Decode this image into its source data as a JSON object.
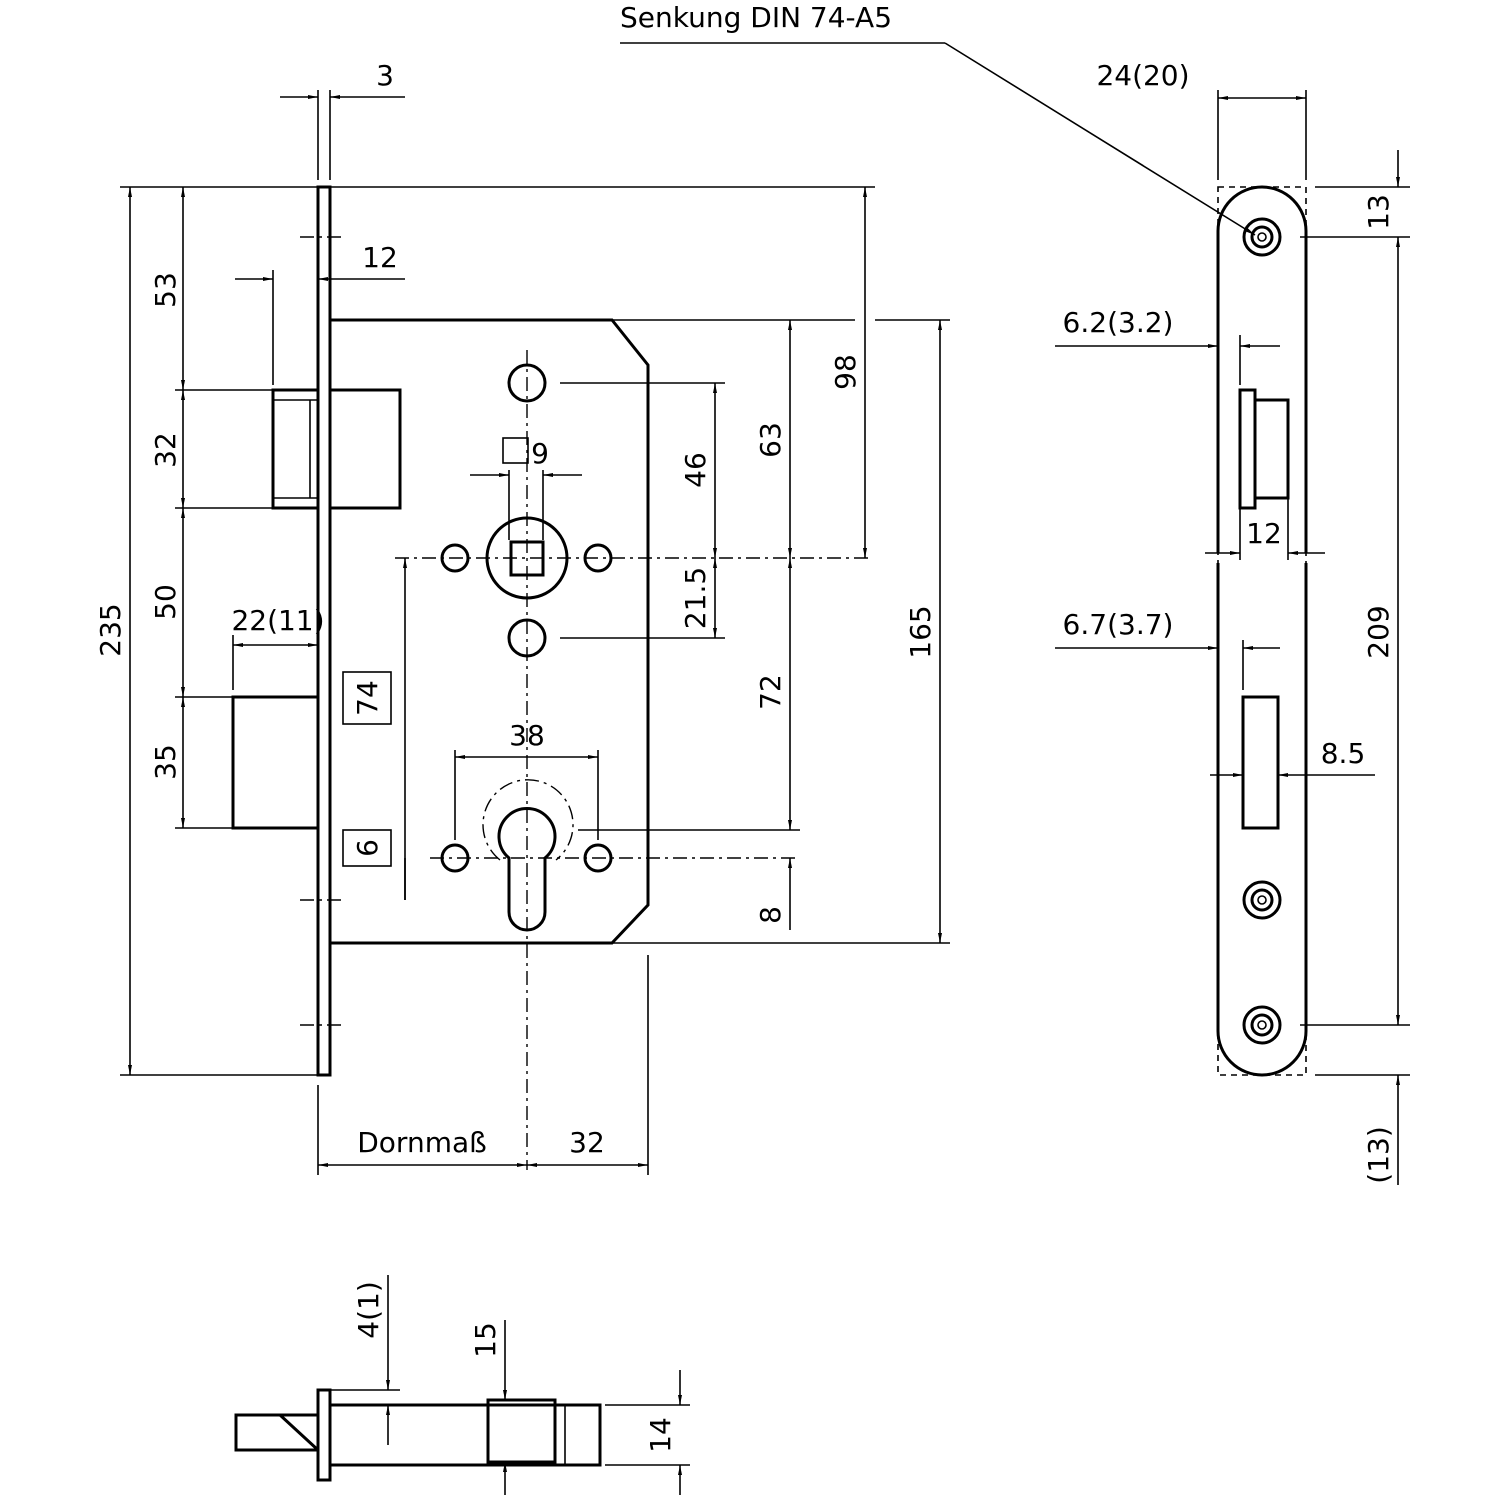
{
  "labels": {
    "countersink": "Senkung DIN 74-A5",
    "faceplate_thickness": "3",
    "latch_projection": "12",
    "top_to_latch": "53",
    "latch_height": "32",
    "latch_to_bolt": "50",
    "bolt_height": "35",
    "total_height": "235",
    "bolt_projection": "22(11)",
    "screw_code": "74",
    "marker_6": "6",
    "spindle_square": "9",
    "hole_spacing_46": "46",
    "hole_spacing_21_5": "21.5",
    "case_top_to_spindle": "63",
    "faceplate_top_to_spindle": "98",
    "spindle_to_cylinder": "72",
    "cylinder_to_bottom": "8",
    "case_height": "165",
    "cylinder_hole_spacing": "38",
    "backset": "Dornmaß",
    "backset_extra": "32",
    "faceplate_width": "24(20)",
    "side_top_screw": "13",
    "latch_offset": "6.2(3.2)",
    "latch_width": "12",
    "screw_spacing": "209",
    "bolt_offset": "6.7(3.7)",
    "bolt_width": "8.5",
    "side_bottom_screw": "(13)",
    "bottom_offset": "4(1)",
    "bottom_15": "15",
    "bottom_14": "14"
  }
}
